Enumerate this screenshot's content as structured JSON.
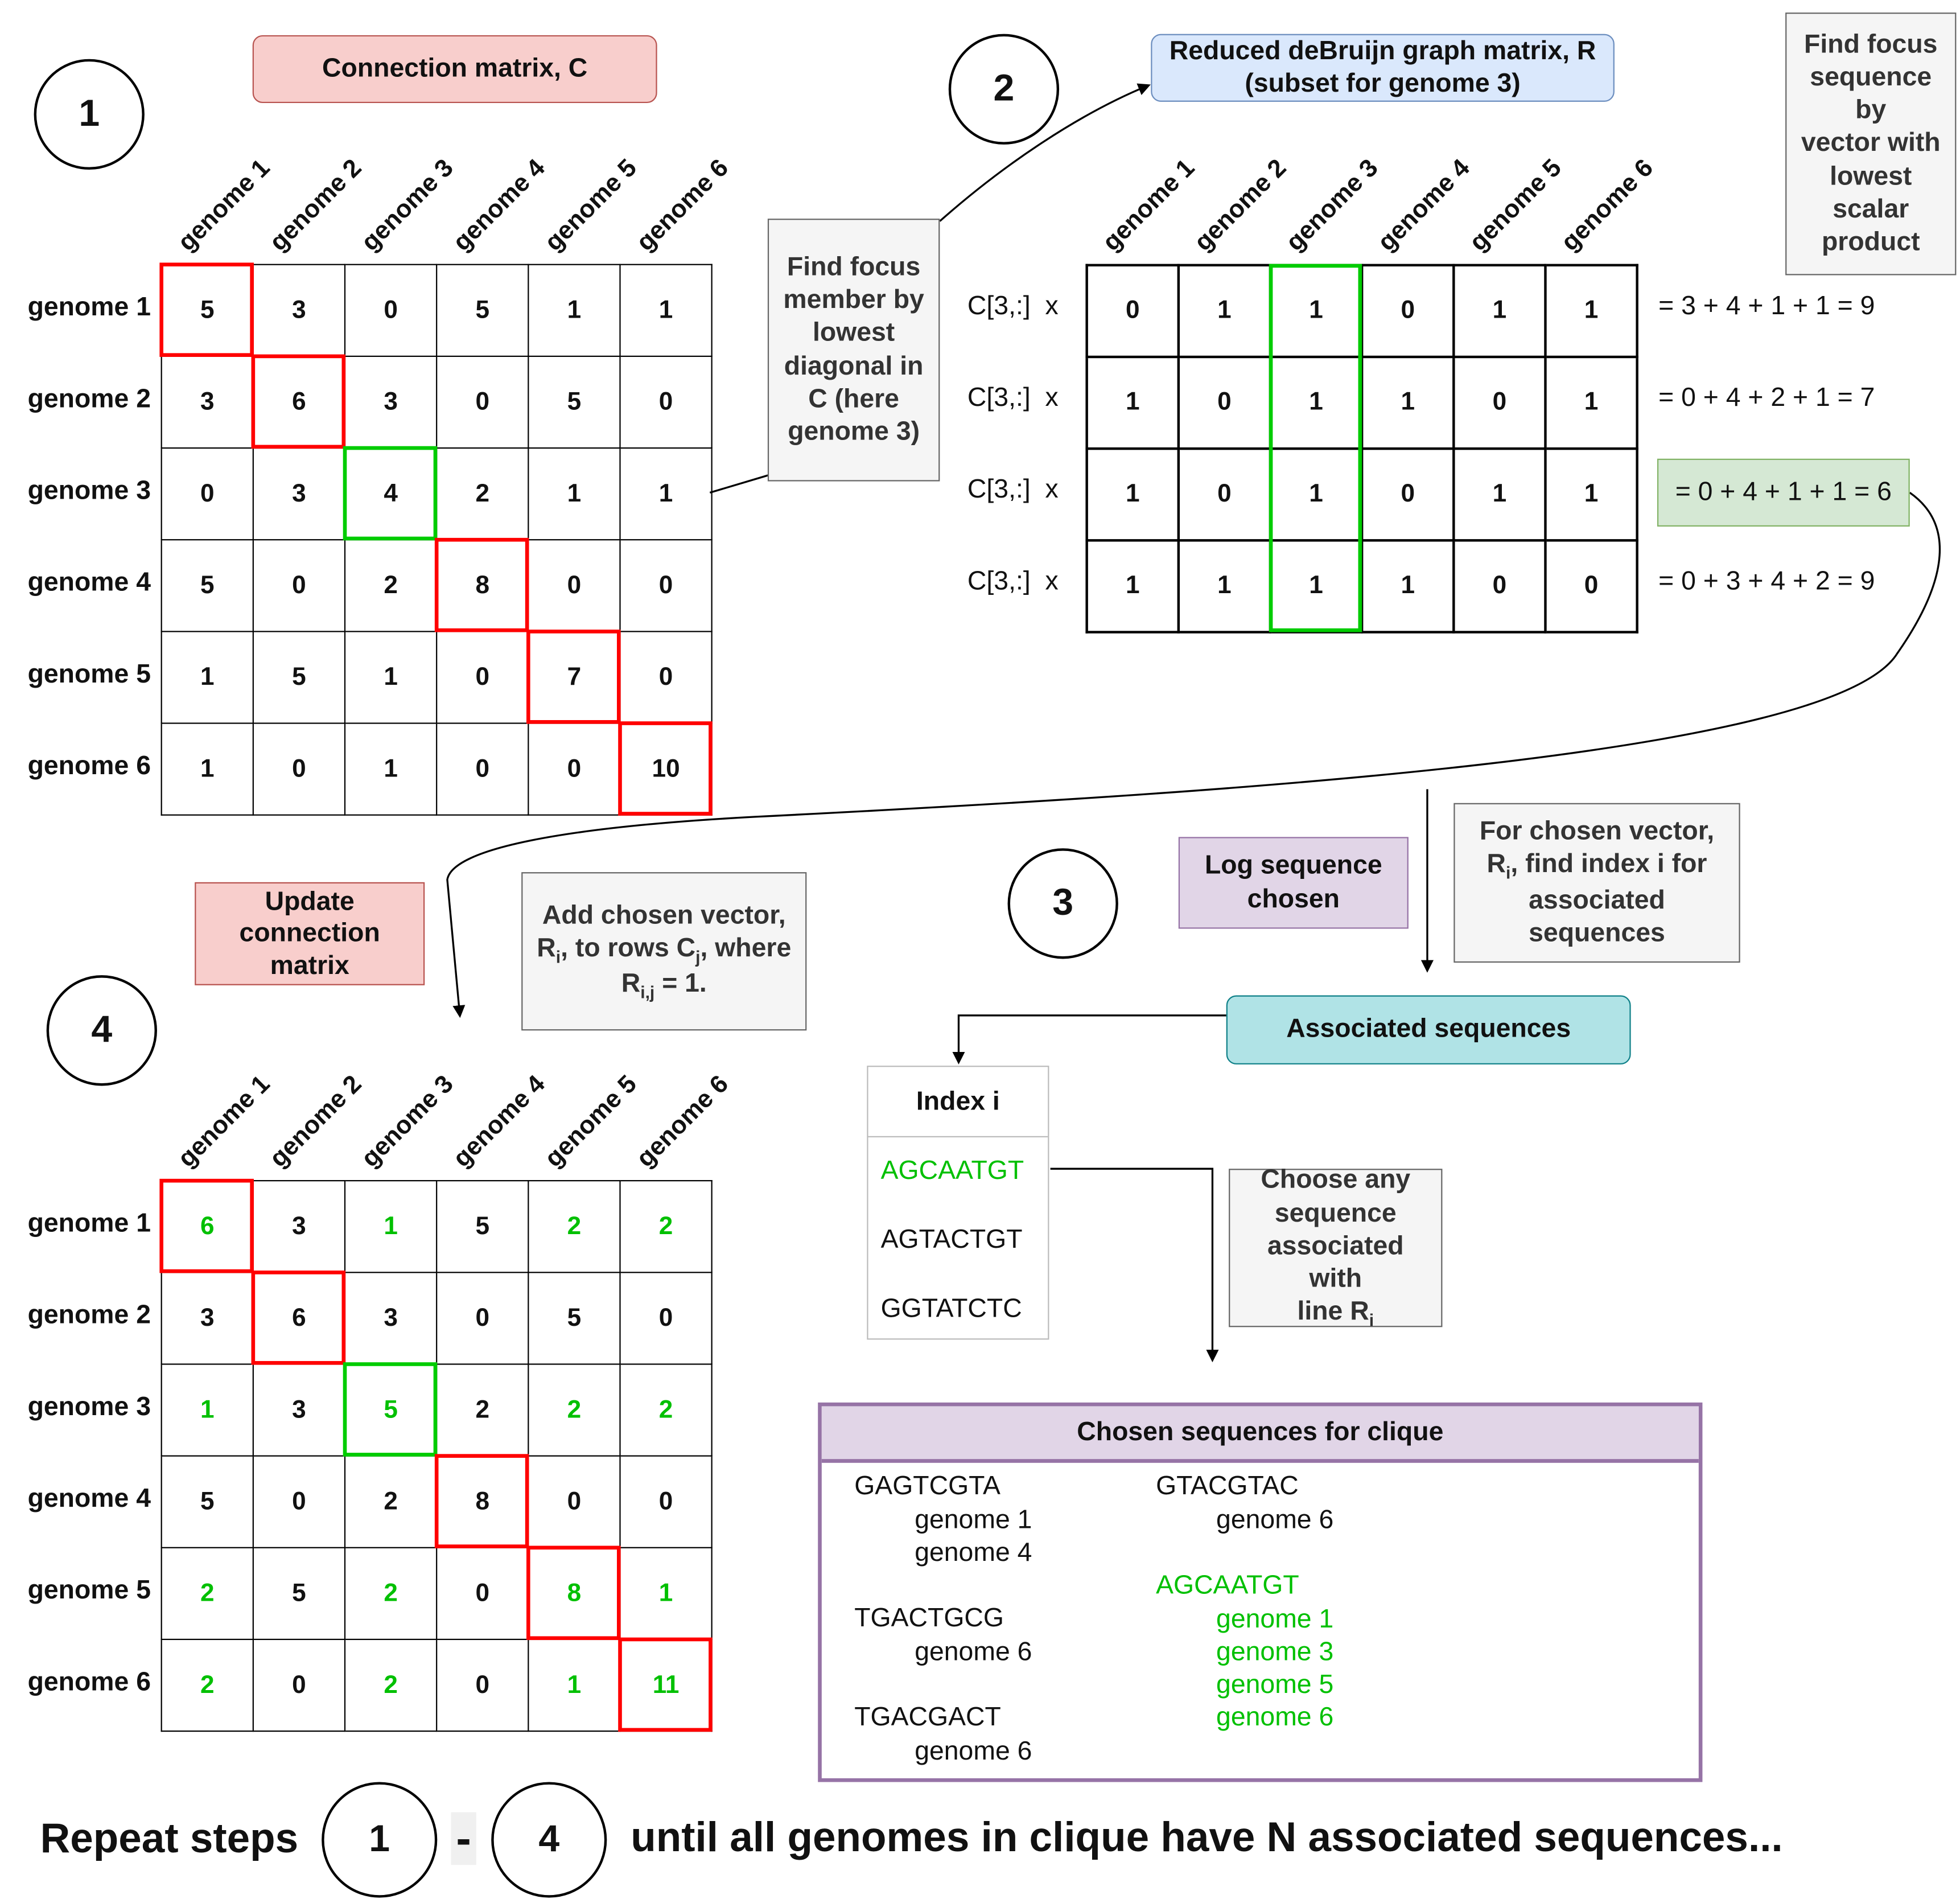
{
  "step_labels": {
    "s1": "1",
    "s2": "2",
    "s3": "3",
    "s4": "4"
  },
  "titles": {
    "connection_matrix": "Connection matrix, C",
    "debruijn_line1": "Reduced deBruijn graph matrix, R",
    "debruijn_line2": "(subset for genome 3)",
    "update_line1": "Update",
    "update_line2": "connection",
    "update_line3": "matrix",
    "log_seq_line1": "Log sequence",
    "log_seq_line2": "chosen",
    "associated": "Associated sequences",
    "chosen_clique": "Chosen sequences for clique"
  },
  "notes": {
    "focus_member": [
      "Find focus",
      "member by",
      "lowest",
      "diagonal in",
      "C (here",
      "genome 3)"
    ],
    "focus_sequence": [
      "Find focus",
      "sequence by",
      "vector with",
      "lowest",
      "scalar",
      "product"
    ],
    "chosen_vector_index": {
      "l1": "For chosen vector,",
      "l2a": "R",
      "l2sub": "i",
      "l2b": ", find index i for",
      "l3": "associated",
      "l4": "sequences"
    },
    "add_vector": {
      "l1": "Add chosen vector,",
      "l2a": "R",
      "l2sub": "i",
      "l2b": ", to rows C",
      "l2sub2": "j",
      "l2c": ", where",
      "l3a": "R",
      "l3sub": "i,j",
      "l3b": " = 1."
    },
    "choose_any": {
      "l1": "Choose any",
      "l2": "sequence",
      "l3": "associated with",
      "l4a": "line R",
      "l4sub": "i"
    }
  },
  "genomes": [
    "genome 1",
    "genome 2",
    "genome 3",
    "genome 4",
    "genome 5",
    "genome 6"
  ],
  "matrix_c": [
    [
      "5",
      "3",
      "0",
      "5",
      "1",
      "1"
    ],
    [
      "3",
      "6",
      "3",
      "0",
      "5",
      "0"
    ],
    [
      "0",
      "3",
      "4",
      "2",
      "1",
      "1"
    ],
    [
      "5",
      "0",
      "2",
      "8",
      "0",
      "0"
    ],
    [
      "1",
      "5",
      "1",
      "0",
      "7",
      "0"
    ],
    [
      "1",
      "0",
      "1",
      "0",
      "0",
      "10"
    ]
  ],
  "matrix_r": {
    "row_prefix": [
      "C[3,:]  x",
      "C[3,:]  x",
      "C[3,:]  x",
      "C[3,:]  x"
    ],
    "rows": [
      [
        "0",
        "1",
        "1",
        "0",
        "1",
        "1"
      ],
      [
        "1",
        "0",
        "1",
        "1",
        "0",
        "1"
      ],
      [
        "1",
        "0",
        "1",
        "0",
        "1",
        "1"
      ],
      [
        "1",
        "1",
        "1",
        "1",
        "0",
        "0"
      ]
    ],
    "products": [
      "= 3 + 4 + 1 + 1 = 9",
      "= 0 + 4 + 2 + 1 = 7",
      "= 0 + 4 + 1 + 1 = 6",
      "= 0 + 3 + 4 + 2 = 9"
    ]
  },
  "matrix_c_updated": [
    [
      "6",
      "3",
      "1",
      "5",
      "2",
      "2"
    ],
    [
      "3",
      "6",
      "3",
      "0",
      "5",
      "0"
    ],
    [
      "1",
      "3",
      "5",
      "2",
      "2",
      "2"
    ],
    [
      "5",
      "0",
      "2",
      "8",
      "0",
      "0"
    ],
    [
      "2",
      "5",
      "2",
      "0",
      "8",
      "1"
    ],
    [
      "2",
      "0",
      "2",
      "0",
      "1",
      "11"
    ]
  ],
  "matrix_c_updated_green": [
    [
      1,
      0,
      1,
      0,
      1,
      1
    ],
    [
      0,
      0,
      0,
      0,
      0,
      0
    ],
    [
      1,
      0,
      1,
      0,
      1,
      1
    ],
    [
      0,
      0,
      0,
      0,
      0,
      0
    ],
    [
      1,
      0,
      1,
      0,
      1,
      1
    ],
    [
      1,
      0,
      1,
      0,
      1,
      1
    ]
  ],
  "index_table": {
    "header": "Index i",
    "items": [
      "AGCAATGT",
      "AGTACTGT",
      "GGTATCTC"
    ]
  },
  "clique": {
    "left": [
      {
        "seq": "GAGTCGTA",
        "genomes": [
          "genome 1",
          "genome 4"
        ]
      },
      {
        "seq": "TGACTGCG",
        "genomes": [
          "genome 6"
        ]
      },
      {
        "seq": "TGACGACT",
        "genomes": [
          "genome 6"
        ]
      }
    ],
    "right": [
      {
        "seq": "GTACGTAC",
        "genomes": [
          "genome 6"
        ]
      },
      {
        "seq": "AGCAATGT",
        "genomes": [
          "genome 1",
          "genome 3",
          "genome 5",
          "genome 6"
        ]
      }
    ]
  },
  "footer": {
    "prefix": "Repeat steps",
    "step_a": "1",
    "dash": "-",
    "step_b": "4",
    "suffix": "until all genomes in clique have N associated sequences..."
  },
  "colors": {
    "highlight_red": "#ff0000",
    "highlight_green": "#00cc00",
    "text_green": "#00c000"
  }
}
